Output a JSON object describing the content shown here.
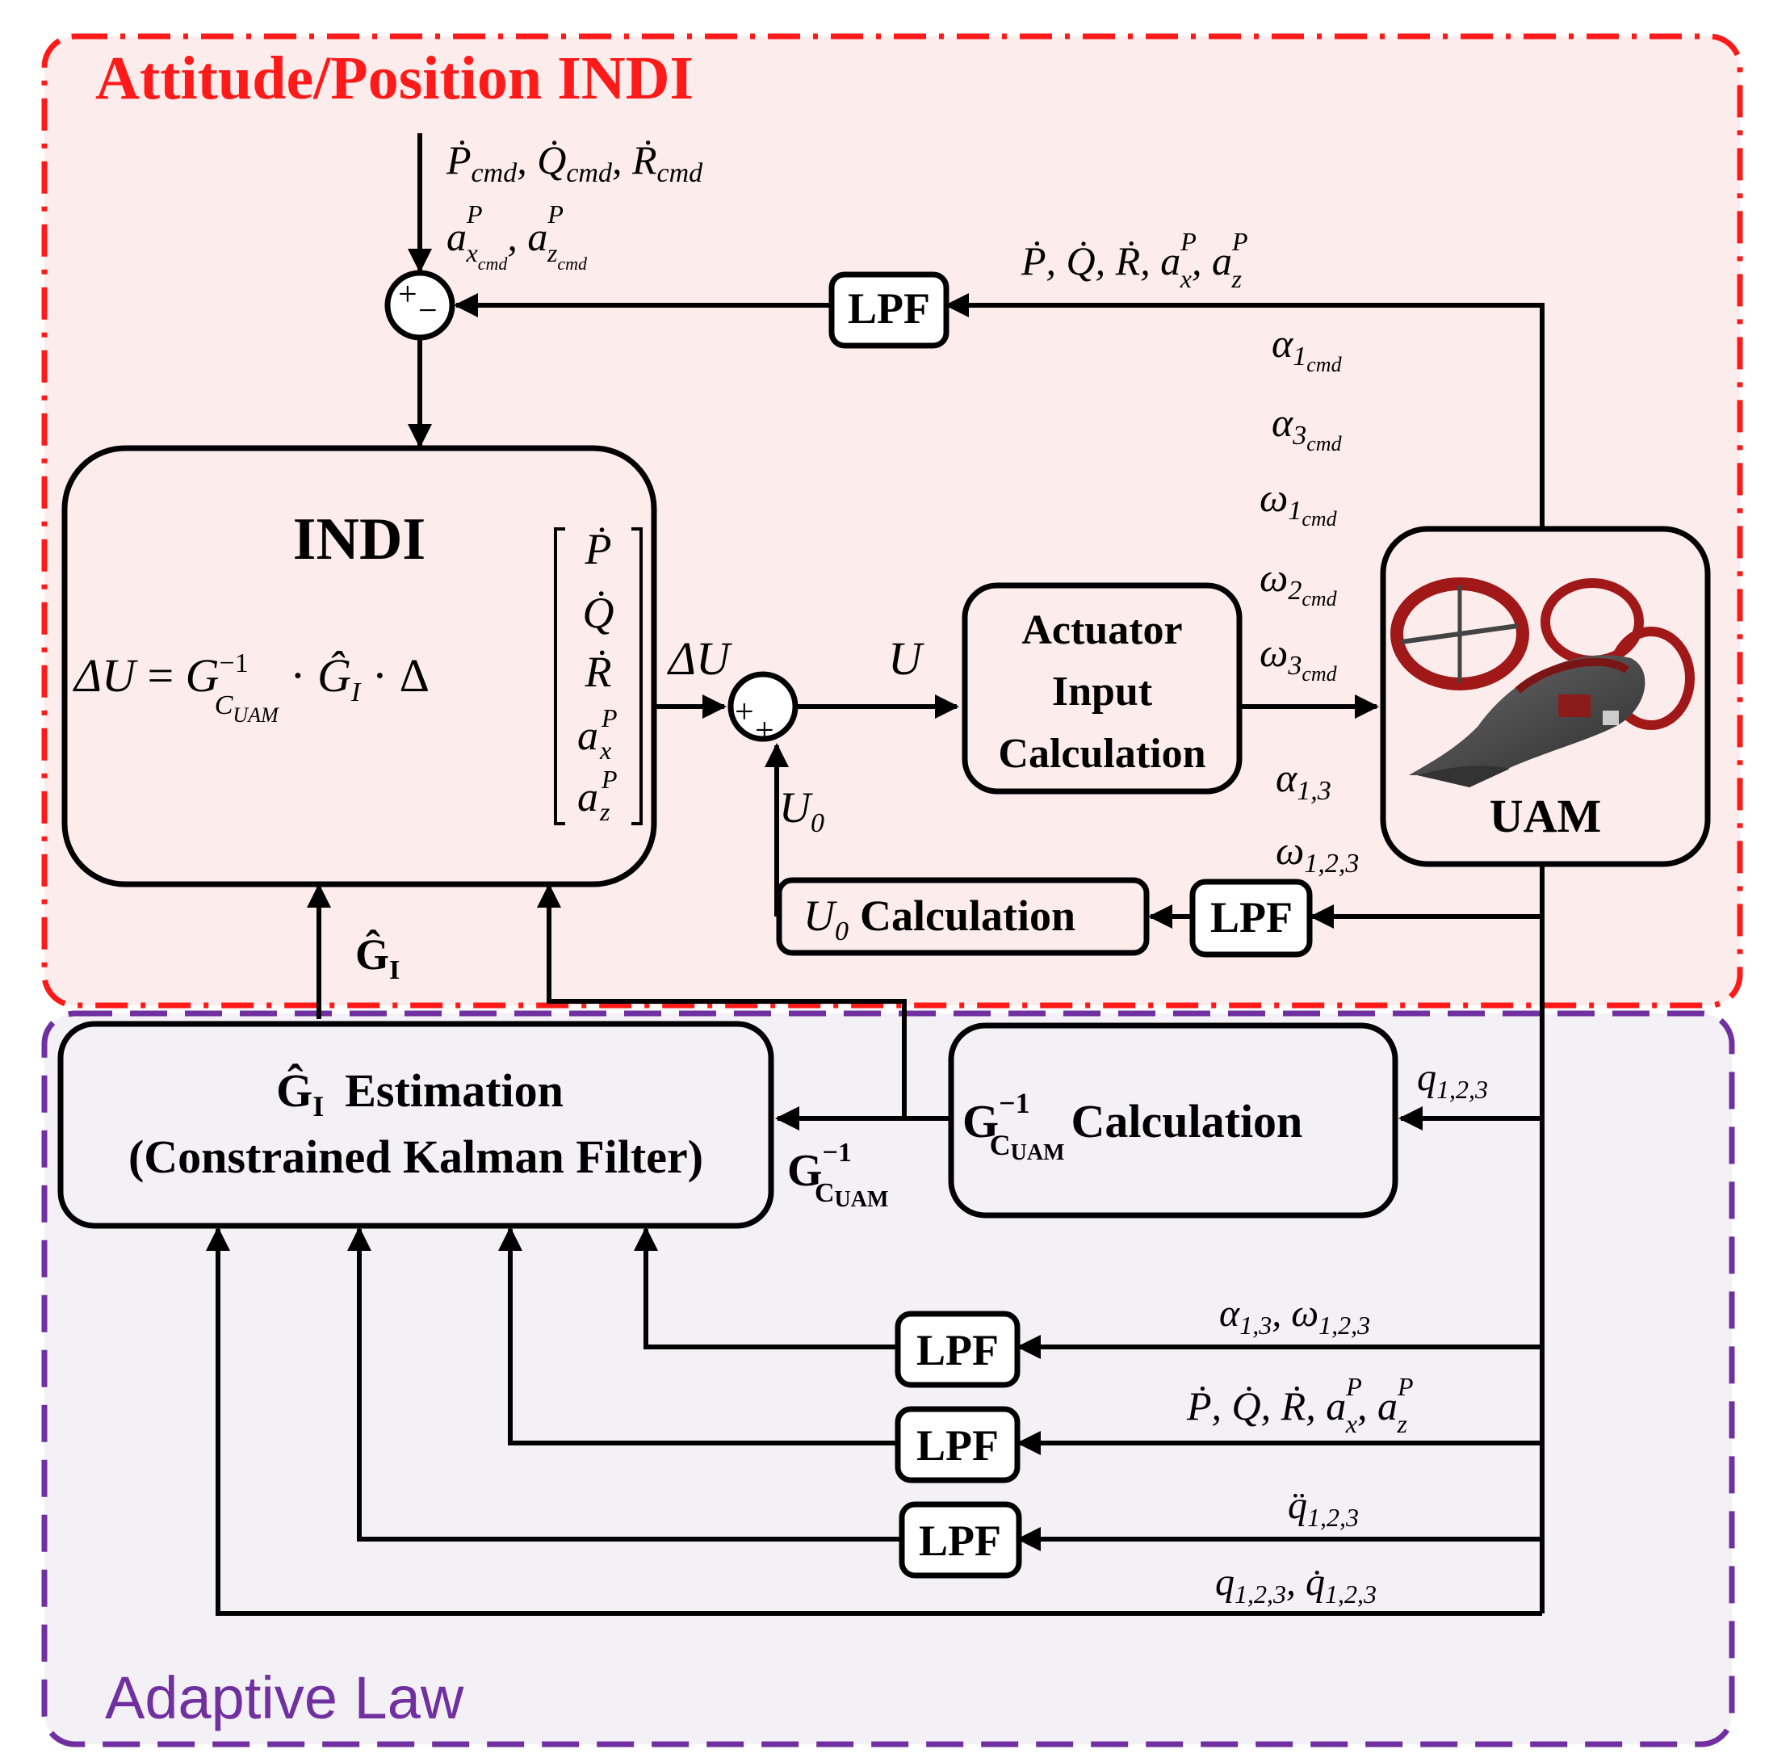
{
  "regions": {
    "indi_region_title": "Attitude/Position INDI",
    "adaptive_region_title": "Adaptive Law"
  },
  "colors": {
    "indi_border": "#ff1a1a",
    "indi_fill": "#fdecec",
    "adaptive_border": "#7030a0",
    "adaptive_fill": "#f4f1f6"
  },
  "blocks": {
    "indi_title": "INDI",
    "actuator": [
      "Actuator",
      "Input",
      "Calculation"
    ],
    "uam": "UAM",
    "u0_calc_suffix": "Calculation",
    "estimation_line1": "Estimation",
    "estimation_line2": "(Constrained Kalman Filter)",
    "g_calc_suffix": "Calculation",
    "lpf": "LPF"
  },
  "signals": {
    "cmd_rates": "Ṗcmd, Q̇cmd, Ṙcmd",
    "cmd_accels": "axcmdP, azcmdP",
    "feedback_rates": "Ṗ, Q̇, Ṙ, axP, azP",
    "alpha1_cmd": "α1cmd",
    "alpha3_cmd": "α3cmd",
    "omega1_cmd": "ω1cmd",
    "omega2_cmd": "ω2cmd",
    "omega3_cmd": "ω3cmd",
    "alpha13": "α1,3",
    "omega123": "ω1,2,3",
    "delta_u": "ΔU",
    "u": "U",
    "u0": "U0",
    "g_hat": "ĜI",
    "g_inv": "G−1CUAM",
    "q123": "q1,2,3",
    "alpha_omega": "α1,3, ω1,2,3",
    "rates_accels": "Ṗ, Q̇, Ṙ, axP, azP",
    "qddot": "q̈1,2,3",
    "q_qdot": "q1,2,3, q̇1,2,3"
  },
  "equation": {
    "lhs": "ΔU",
    "ginv": "G−1CUAM",
    "ghat": "ĜI",
    "delta": "Δ",
    "vector": [
      "Ṗ",
      "Q̇",
      "Ṙ",
      "axP",
      "azP"
    ]
  }
}
